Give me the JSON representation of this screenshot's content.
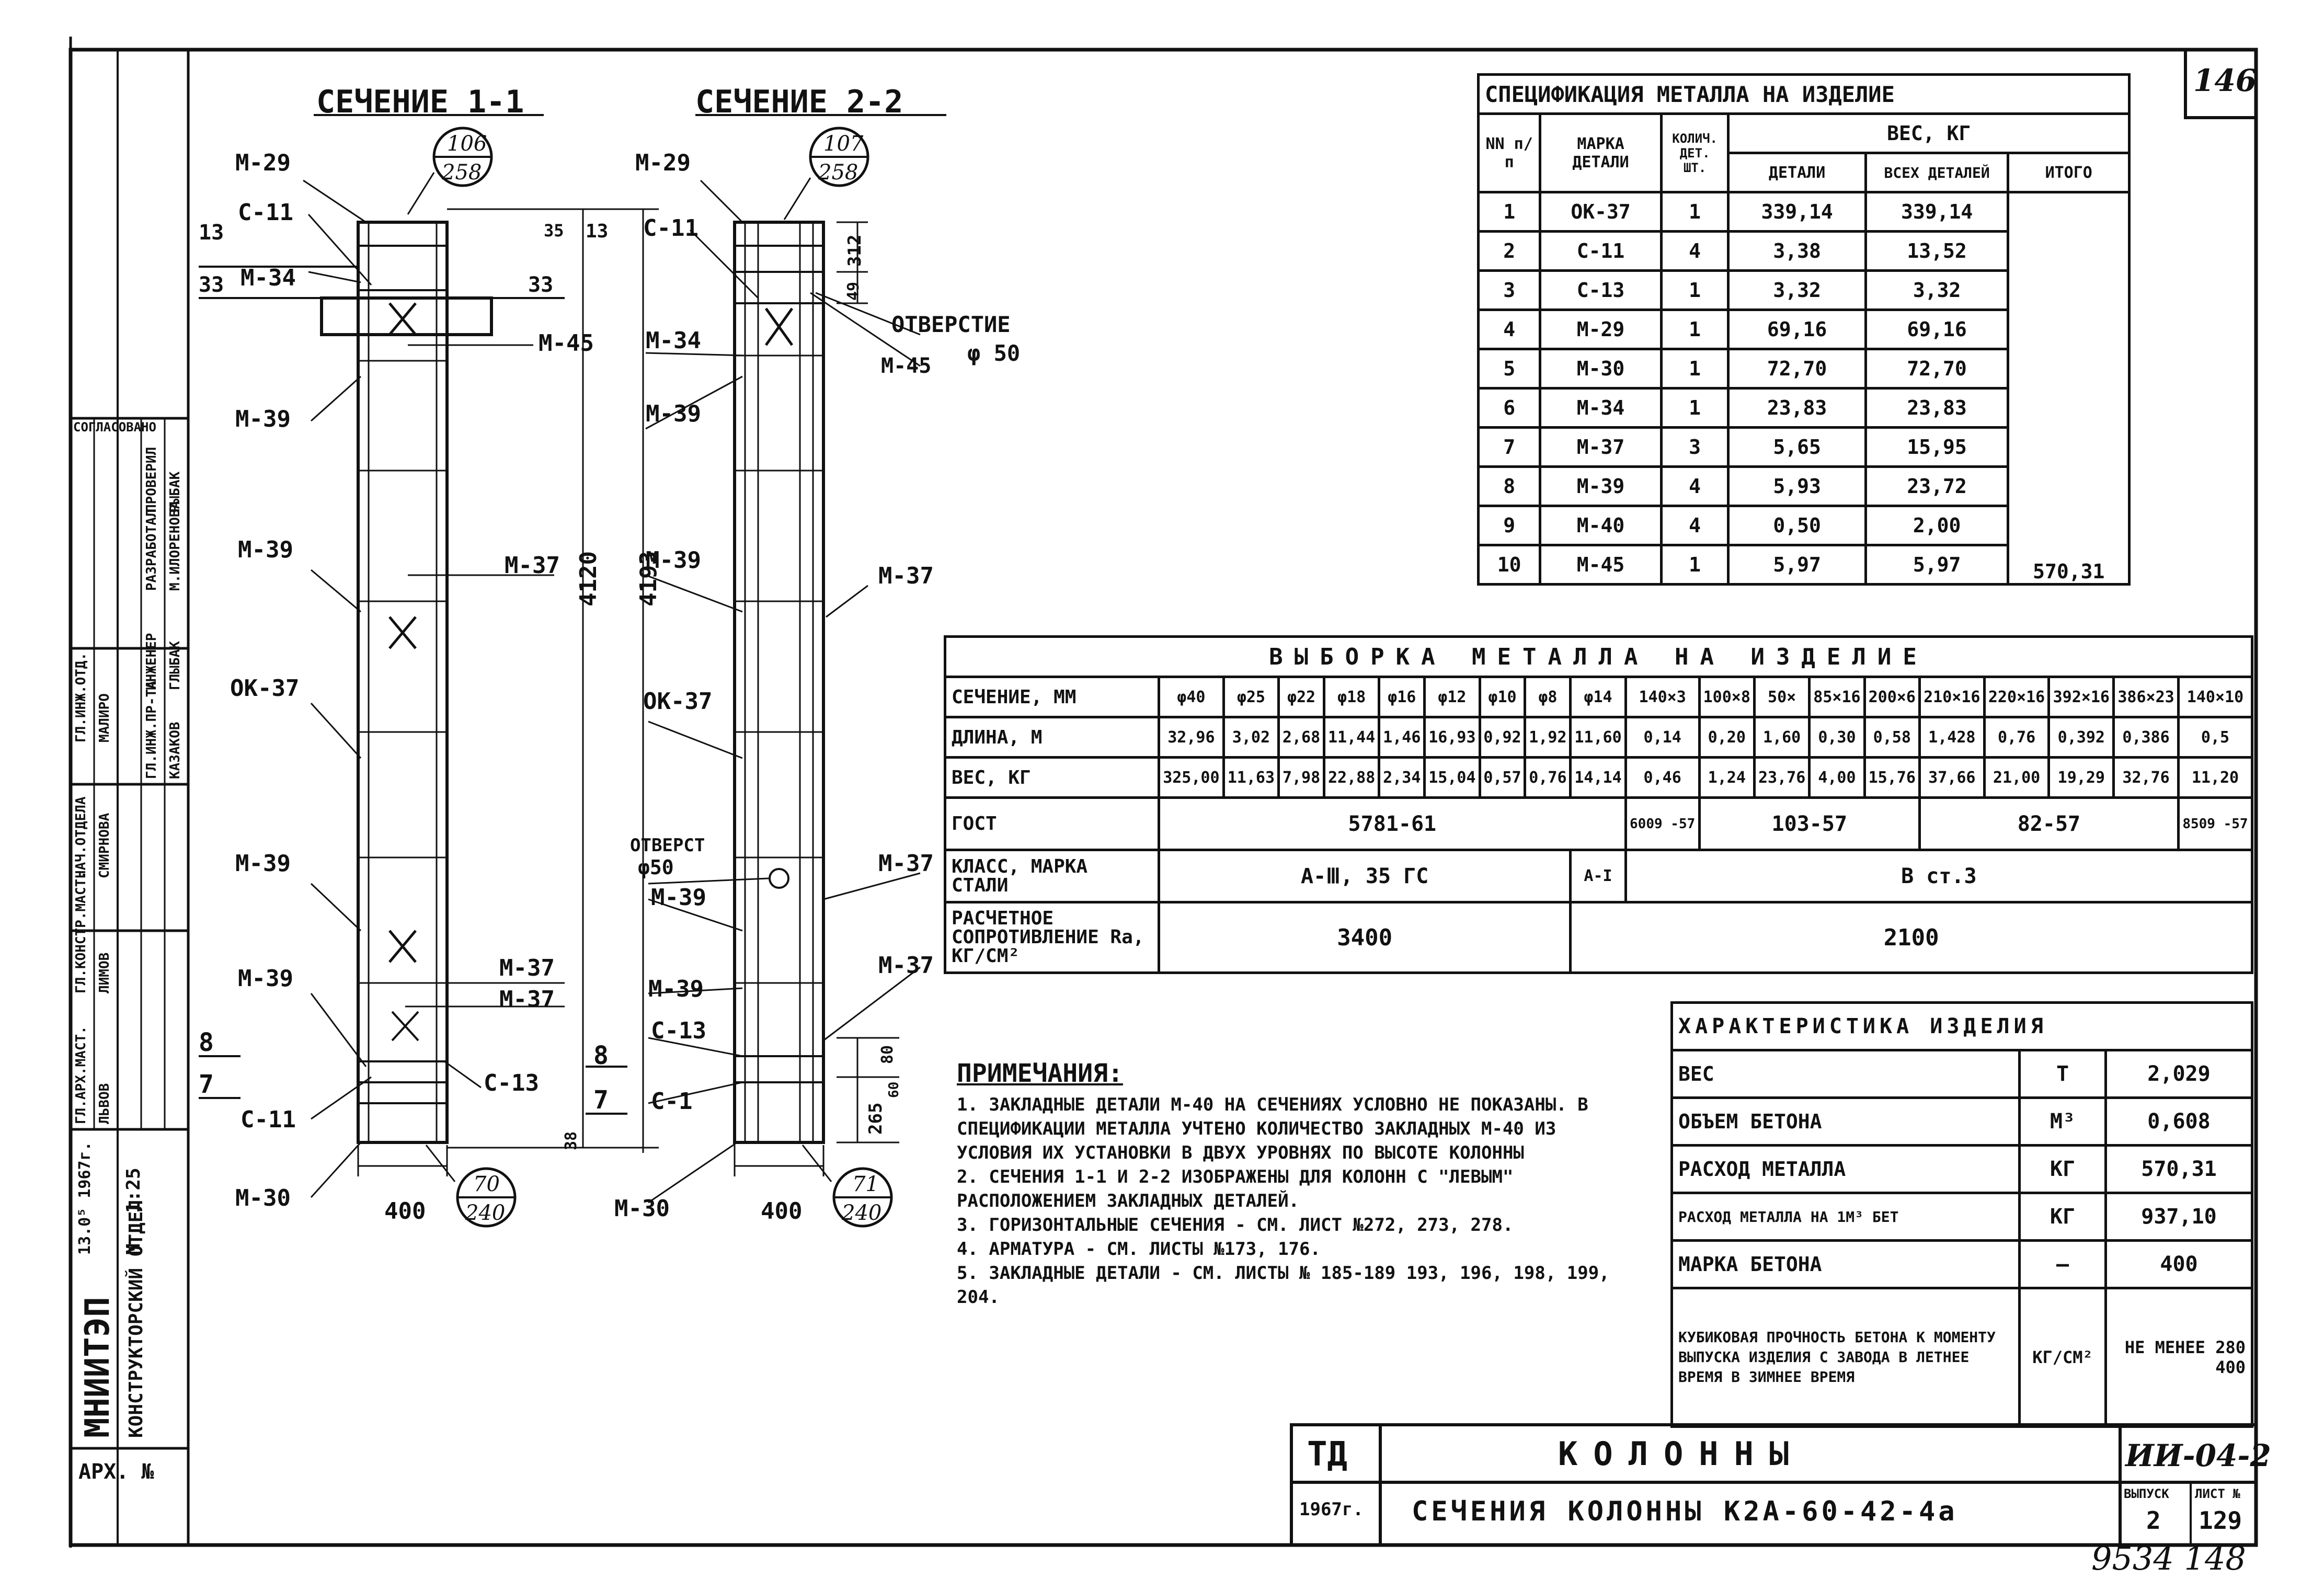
{
  "sheet_number": "146",
  "handwritten_bottom": "9534 148",
  "sections": {
    "s1_title": "СЕЧЕНИЕ 1-1",
    "s2_title": "СЕЧЕНИЕ 2-2",
    "s1": {
      "sheet_top": "106",
      "sheet_top_den": "258",
      "sheet_bot": "70",
      "sheet_bot_den": "240",
      "m29": "М-29",
      "c11_top": "С-11",
      "m34": "М-34",
      "m45": "М-45",
      "m39_a": "М-39",
      "m39_b": "М-39",
      "m39_c": "М-39",
      "m39_d": "М-39",
      "m37_a": "М-37",
      "m37_b": "М-37",
      "m37_c": "М-37",
      "ok37": "ОК-37",
      "c13": "С-13",
      "c11_bot": "С-11",
      "m30": "М-30",
      "d13": "13",
      "d33a": "33",
      "d33b": "33",
      "d35": "35",
      "d13b": "13",
      "d4120": "4120",
      "d4193": "4193",
      "d38": "38",
      "d8a": "8",
      "d7a": "7",
      "d8b": "8",
      "d7b": "7",
      "width": "400"
    },
    "s2": {
      "sheet_top": "107",
      "sheet_top_den": "258",
      "sheet_bot": "71",
      "sheet_bot_den": "240",
      "m29": "М-29",
      "c11": "С-11",
      "m34": "М-34",
      "m45": "М-45",
      "hole": "ОТВЕРСТИЕ",
      "hole_d": "φ 50",
      "hole2": "ОТВЕРСТ",
      "hole2_d": "φ50",
      "m39_a": "М-39",
      "m39_b": "М-39",
      "m39_c": "М-39",
      "m39_d": "М-39",
      "m37_a": "М-37",
      "m37_b": "М-37",
      "m37_c": "М-37",
      "ok37": "ОК-37",
      "c13": "С-13",
      "c1": "С-1",
      "m30": "М-30",
      "d312": "312",
      "d49": "49",
      "d80": "80",
      "d60": "60",
      "d265": "265",
      "width": "400"
    }
  },
  "spec": {
    "title": "СПЕЦИФИКАЦИЯ МЕТАЛЛА НА ИЗДЕЛИЕ",
    "h_nn": "NN п/п",
    "h_mark": "МАРКА ДЕТАЛИ",
    "h_qty": "КОЛИЧ. ДЕТ. ШТ.",
    "h_weight": "ВЕС, КГ",
    "h_det": "ДЕТАЛИ",
    "h_all": "ВСЕХ ДЕТАЛЕЙ",
    "h_total": "ИТОГО",
    "rows": [
      [
        "1",
        "ОК-37",
        "1",
        "339,14",
        "339,14"
      ],
      [
        "2",
        "С-11",
        "4",
        "3,38",
        "13,52"
      ],
      [
        "3",
        "С-13",
        "1",
        "3,32",
        "3,32"
      ],
      [
        "4",
        "М-29",
        "1",
        "69,16",
        "69,16"
      ],
      [
        "5",
        "М-30",
        "1",
        "72,70",
        "72,70"
      ],
      [
        "6",
        "М-34",
        "1",
        "23,83",
        "23,83"
      ],
      [
        "7",
        "М-37",
        "3",
        "5,65",
        "15,95"
      ],
      [
        "8",
        "М-39",
        "4",
        "5,93",
        "23,72"
      ],
      [
        "9",
        "М-40",
        "4",
        "0,50",
        "2,00"
      ],
      [
        "10",
        "М-45",
        "1",
        "5,97",
        "5,97"
      ]
    ],
    "total": "570,31"
  },
  "vyborka": {
    "title": "ВЫБОРКА МЕТАЛЛА НА ИЗДЕЛИЕ",
    "l_sec": "СЕЧЕНИЕ, ММ",
    "l_len": "ДЛИНА, М",
    "l_wt": "ВЕС, КГ",
    "l_gost": "ГОСТ",
    "l_class": "КЛАСС, МАРКА СТАЛИ",
    "l_ra": "РАСЧЕТНОЕ СОПРОТИВЛЕНИЕ Ra, КГ/СМ²",
    "sections": [
      "φ40",
      "φ25",
      "φ22",
      "φ18",
      "φ16",
      "φ12",
      "φ10",
      "φ8",
      "φ14",
      "140×3",
      "100×8",
      "50×",
      "85×16",
      "200×6",
      "210×16",
      "220×16",
      "392×16",
      "386×23",
      "140×10"
    ],
    "lengths": [
      "32,96",
      "3,02",
      "2,68",
      "11,44",
      "1,46",
      "16,93",
      "0,92",
      "1,92",
      "11,60",
      "0,14",
      "0,20",
      "1,60",
      "0,30",
      "0,58",
      "1,428",
      "0,76",
      "0,392",
      "0,386",
      "0,5"
    ],
    "weights": [
      "325,00",
      "11,63",
      "7,98",
      "22,88",
      "2,34",
      "15,04",
      "0,57",
      "0,76",
      "14,14",
      "0,46",
      "1,24",
      "23,76",
      "4,00",
      "15,76",
      "37,66",
      "21,00",
      "19,29",
      "32,76",
      "11,20"
    ],
    "gost_a": "5781-61",
    "gost_b": "6009 -57",
    "gost_c": "103-57",
    "gost_d": "82-57",
    "gost_e": "8509 -57",
    "class_a": "А-Ⅲ, 35 ГС",
    "class_b": "А-І",
    "class_c": "В ст.3",
    "ra_a": "3400",
    "ra_b": "2100"
  },
  "notes": {
    "title": "ПРИМЕЧАНИЯ:",
    "items": [
      "1. ЗАКЛАДНЫЕ ДЕТАЛИ М-40 НА СЕЧЕНИЯХ УСЛОВНО НЕ ПОКАЗАНЫ. В СПЕЦИФИКАЦИИ МЕТАЛЛА УЧТЕНО КОЛИЧЕСТВО ЗАКЛАДНЫХ М-40 ИЗ УСЛОВИЯ ИХ УСТАНОВКИ В ДВУХ УРОВНЯХ ПО ВЫСОТЕ КОЛОННЫ",
      "2. СЕЧЕНИЯ 1-1 И 2-2 ИЗОБРАЖЕНЫ ДЛЯ КОЛОНН С \"ЛЕВЫМ\" РАСПОЛОЖЕНИЕМ ЗАКЛАДНЫХ ДЕТАЛЕЙ.",
      "3. ГОРИЗОНТАЛЬНЫЕ СЕЧЕНИЯ - СМ. ЛИСТ №272, 273, 278.",
      "4. АРМАТУРА - СМ. ЛИСТЫ №173, 176.",
      "5. ЗАКЛАДНЫЕ ДЕТАЛИ - СМ. ЛИСТЫ № 185-189 193, 196, 198, 199, 204."
    ]
  },
  "char": {
    "title": "ХАРАКТЕРИСТИКА ИЗДЕЛИЯ",
    "rows": [
      [
        "ВЕС",
        "Т",
        "2,029"
      ],
      [
        "ОБЪЕМ БЕТОНА",
        "М³",
        "0,608"
      ],
      [
        "РАСХОД МЕТАЛЛА",
        "КГ",
        "570,31"
      ],
      [
        "РАСХОД МЕТАЛЛА НА 1М³ БЕТ",
        "КГ",
        "937,10"
      ],
      [
        "МАРКА БЕТОНА",
        "—",
        "400"
      ]
    ],
    "cube_text": "КУБИКОВАЯ ПРОЧНОСТЬ БЕТОНА К МОМЕНТУ ВЫПУСКА ИЗДЕЛИЯ С ЗАВОДА В ЛЕТНЕЕ ВРЕМЯ В ЗИМНЕЕ ВРЕМЯ",
    "cube_unit": "КГ/СМ²",
    "cube_val": "НЕ МЕНЕЕ 280 400"
  },
  "title_block": {
    "td": "ТД",
    "year": "1967г.",
    "name": "КОЛОННЫ",
    "sub": "СЕЧЕНИЯ КОЛОННЫ К2А-60-42-4а",
    "code": "ИИ-04-2",
    "vyp_label": "ВЫПУСК",
    "vyp": "2",
    "list_label": "ЛИСТ №",
    "list": "129"
  },
  "side_stamp": {
    "org": "МНИИТЭП",
    "dept": "КОНСТРУКТОРСКИЙ ОТДЕЛ",
    "arch": "АРХ. №",
    "date": "13.0⁵ 1967г.",
    "scale_a": "1:25",
    "scale_b": "М",
    "agreed": "СОГЛАСОВАНО",
    "roles": [
      "ГЛ.АРХ.МАСТ.",
      "ГЛ.КОНСТР.МАСТ.",
      "НАЧ.ОТДЕЛА",
      "ГЛ.ИНЖ.ОТД."
    ],
    "names": [
      "ЛЬВОВ",
      "ЛИМОВ",
      "СМИРНОВА",
      "МАЛИРО"
    ],
    "roles2": [
      "ГЛ.ИНЖ.ПР-ТА",
      "ИНЖЕНЕР",
      "РАЗРАБОТАЛ",
      "ПРОВЕРИЛ"
    ],
    "names2": [
      "КАЗАКОВ",
      "ГЛЫБАК",
      "М.ИЛОРЕНОВА",
      "РЫБАК"
    ]
  }
}
